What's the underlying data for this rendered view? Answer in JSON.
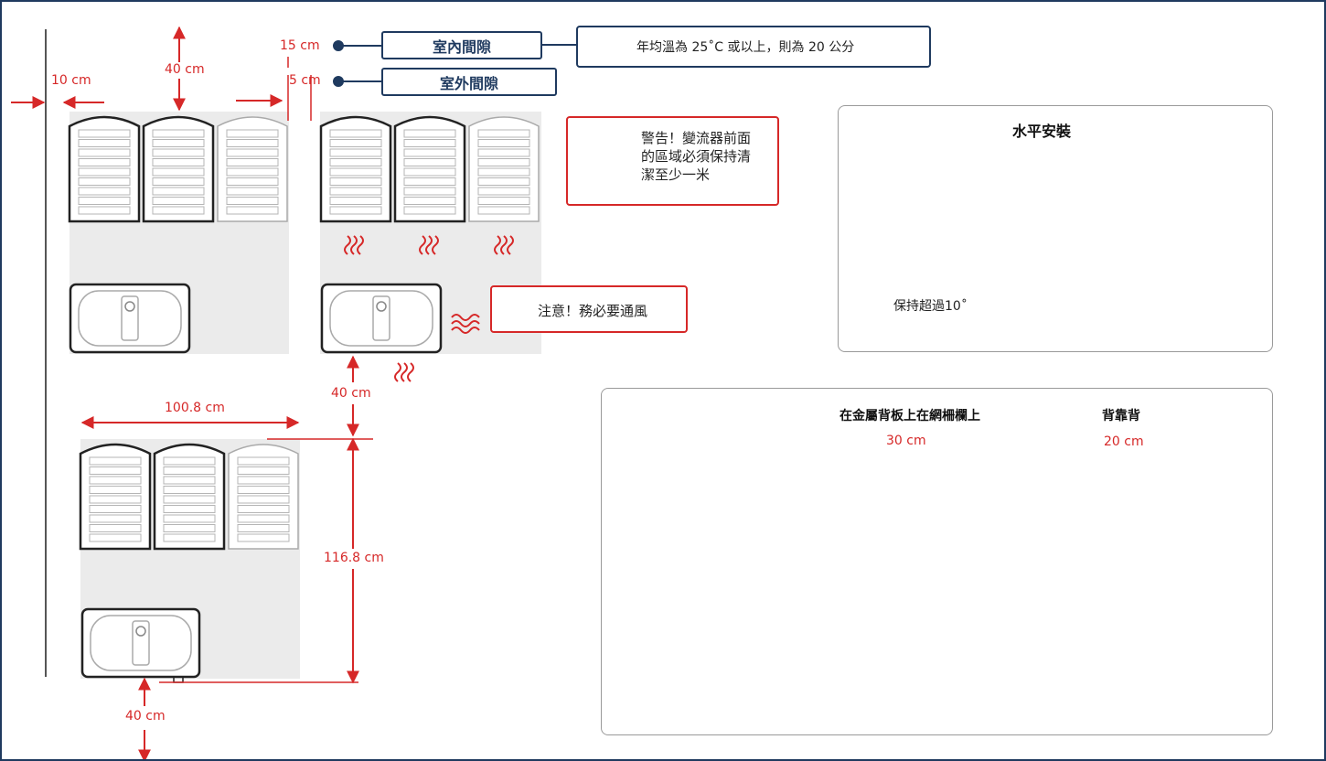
{
  "labels": {
    "indoor_gap": "15 cm",
    "outdoor_gap": "5 cm",
    "indoor_clearance": "室內間隙",
    "outdoor_clearance": "室外間隙",
    "note_text": "年均溫為 25˚C 或以上，則為 20 公分",
    "side_gap": "10 cm",
    "top_gap": "40 cm",
    "warning_text": "警告！變流器前面的區域必須保持清潔至少一米",
    "caution_text": "注意！務必要通風",
    "mid_gap": "40 cm",
    "width_dim": "100.8 cm",
    "height_dim": "116.8 cm",
    "bottom_gap": "40 cm",
    "horizontal_title": "水平安裝",
    "tilt_text": "保持超過10˚",
    "mount_title": "在金屬背板上在網柵欄上",
    "mount_gap": "30 cm",
    "back_title": "背靠背",
    "back_gap": "20 cm"
  },
  "colors": {
    "navy": "#1f3a5f",
    "red": "#d62828",
    "zone": "#ebebeb"
  }
}
